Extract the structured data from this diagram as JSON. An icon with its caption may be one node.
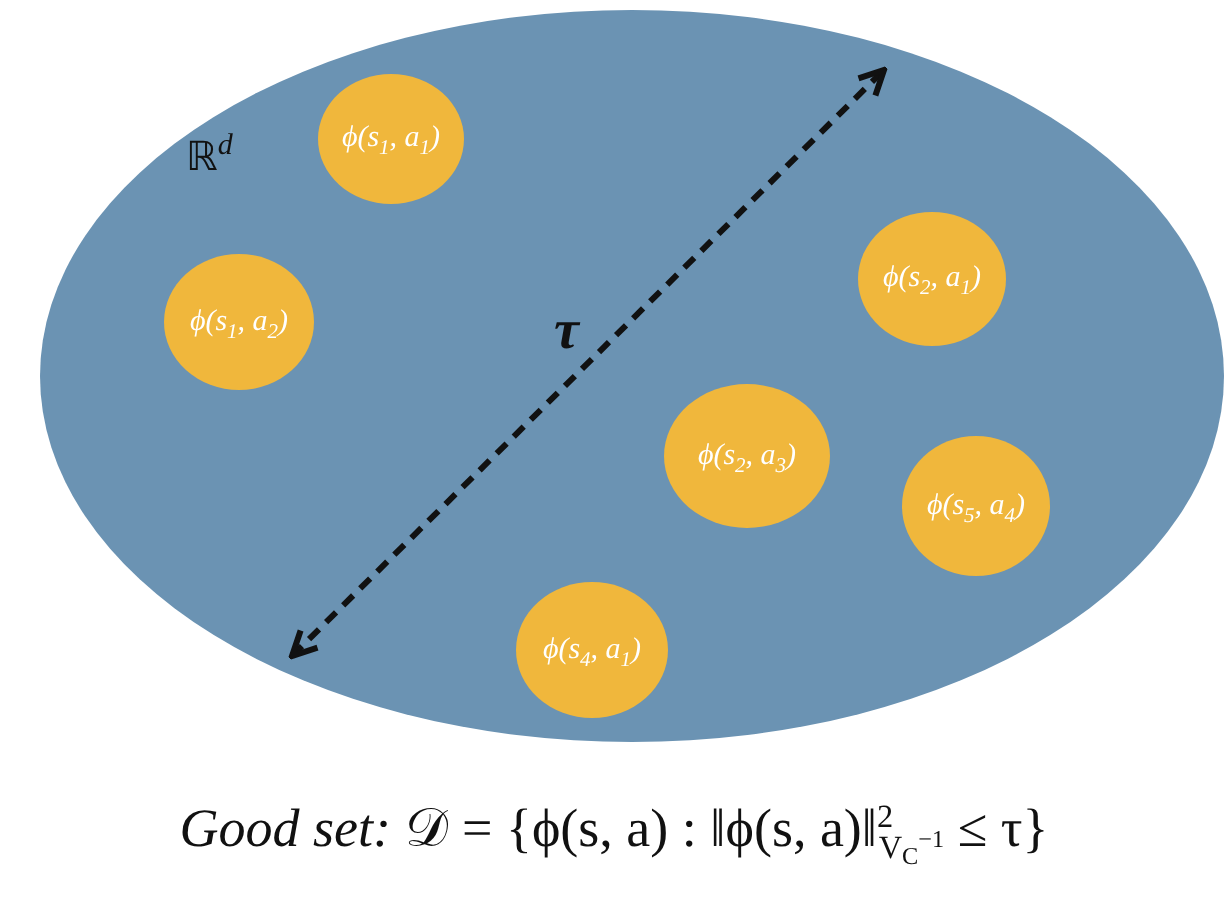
{
  "diagram": {
    "nodes": [
      {
        "text": [
          "ℝ$^{d}$"
        ]
      },
      {
        "text": [
          "ϕ(s$_{1}$, a$_{1}$)"
        ],
        "in": 0
      },
      {
        "text": [
          "ϕ(s$_{1}$, a$_{2}$)"
        ],
        "in": 0
      },
      {
        "text": [
          "ϕ(s$_{2}$, a$_{1}$)"
        ],
        "in": 0
      },
      {
        "text": [
          "ϕ(s$_{2}$, a$_{3}$)"
        ],
        "in": 0
      },
      {
        "text": [
          "ϕ(s$_{5}$, a$_{4}$)"
        ],
        "in": 0
      },
      {
        "text": [
          "ϕ(s$_{4}$, a$_{1}$)"
        ],
        "in": 0
      }
    ],
    "labels": [
      "τ"
    ],
    "caption": "*Good set:* 𝒟 = {ϕ(s, a) : ‖ϕ(s, a)‖$^{2}$$_{V}$$_{C}$$^{−1}$ ≤ τ}"
  }
}
